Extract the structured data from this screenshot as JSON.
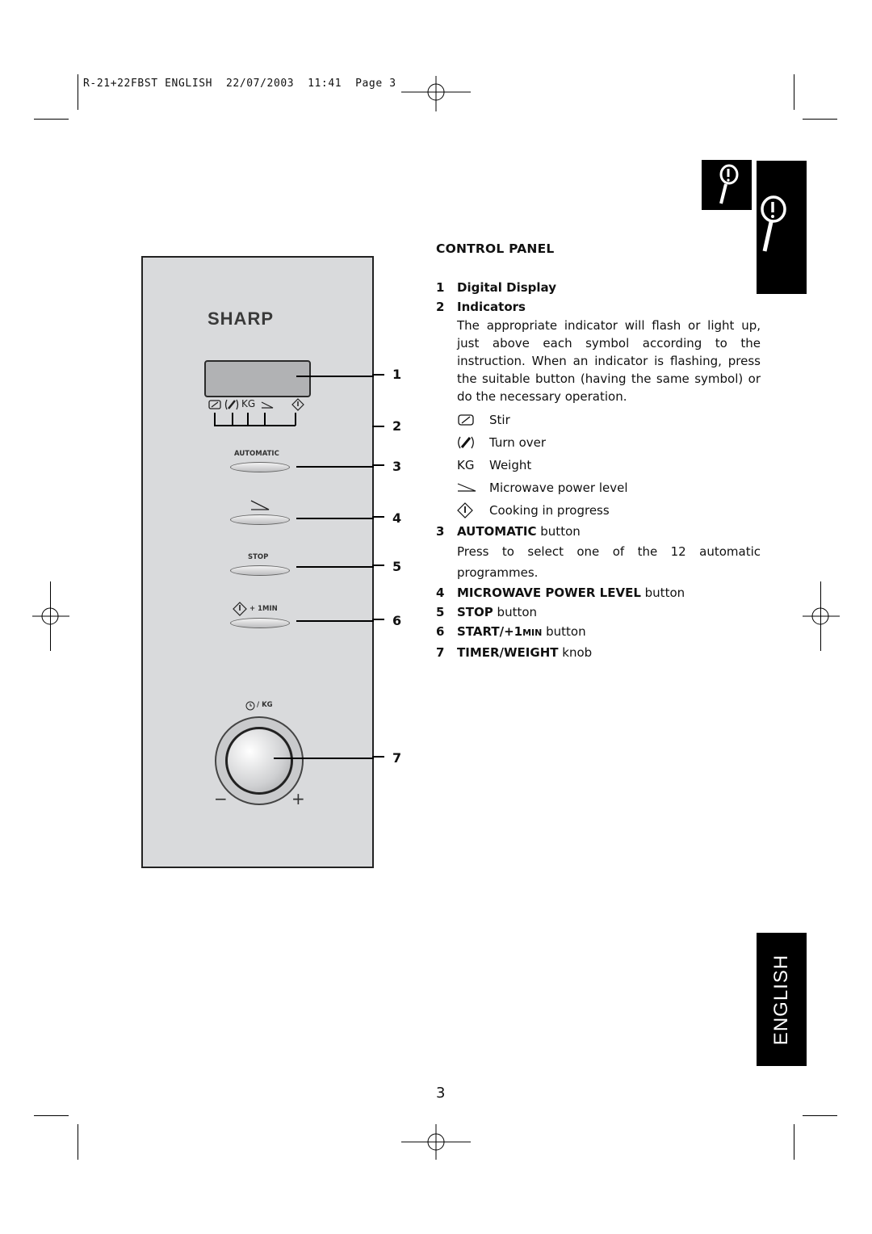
{
  "header": {
    "slug": "R-21+22FBST ENGLISH  22/07/2003  11:41  Page 3"
  },
  "panel": {
    "brand": "SHARP",
    "indicator_kg": "KG",
    "automatic_label": "AUTOMATIC",
    "stop_label": "STOP",
    "start_label": "+ 1MIN",
    "knob_label": "/ KG",
    "knob_minus": "−",
    "knob_plus": "+"
  },
  "callouts": [
    "1",
    "2",
    "3",
    "4",
    "5",
    "6",
    "7"
  ],
  "content": {
    "title": "CONTROL PANEL",
    "item1": {
      "num": "1",
      "label": "Digital Display"
    },
    "item2": {
      "num": "2",
      "label": "Indicators"
    },
    "indicators_desc": "The appropriate indicator will flash or light up, just above each symbol according to the instruction. When an indicator is flashing, press the suitable button (having the same symbol) or do the necessary operation.",
    "symbols": [
      {
        "icon": "stir-icon",
        "label": "Stir"
      },
      {
        "icon": "turn-over-icon",
        "label": "Turn over"
      },
      {
        "icon": "kg-text",
        "code": "KG",
        "label": "Weight"
      },
      {
        "icon": "microwave-power-icon",
        "label": "Microwave power level"
      },
      {
        "icon": "cooking-in-progress-icon",
        "label": "Cooking in progress"
      }
    ],
    "item3": {
      "num": "3",
      "bold": "AUTOMATIC",
      "rest": " button"
    },
    "automatic_desc": "Press to select one of the 12 automatic programmes.",
    "item4": {
      "num": "4",
      "bold": "MICROWAVE POWER LEVEL",
      "rest": " button"
    },
    "item5": {
      "num": "5",
      "bold": "STOP",
      "rest": " button"
    },
    "item6": {
      "num": "6",
      "bold": "START/+1",
      "small": "MIN",
      "rest": " button"
    },
    "item7": {
      "num": "7",
      "bold": "TIMER/WEIGHT",
      "rest": " knob"
    }
  },
  "side_tab": {
    "label": "ENGLISH"
  },
  "page_number": "3"
}
